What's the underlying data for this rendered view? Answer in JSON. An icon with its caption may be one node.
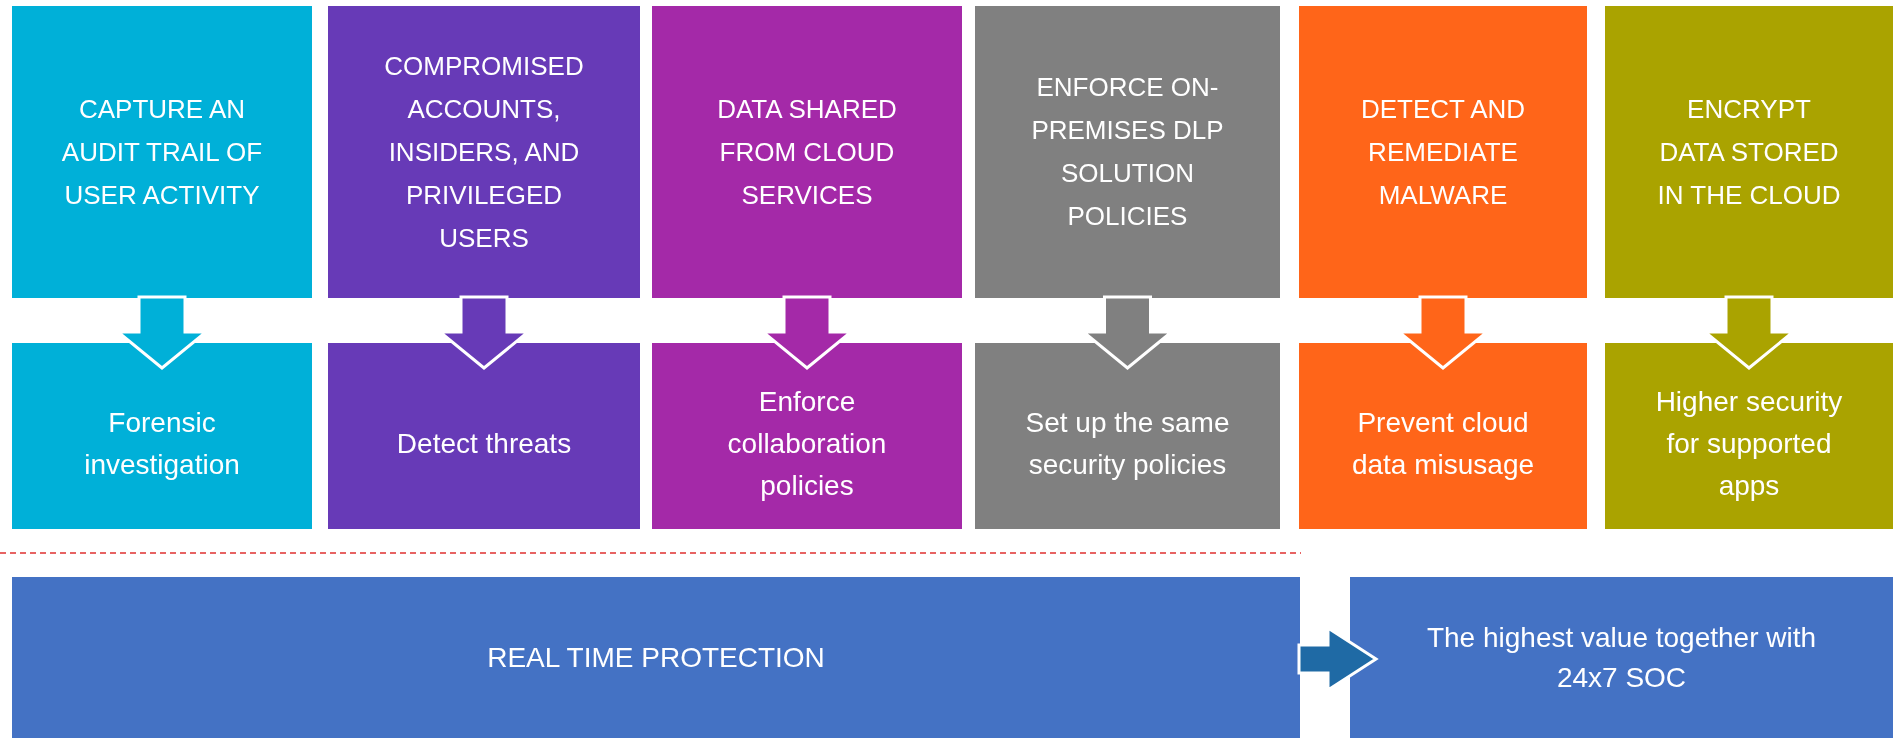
{
  "diagram": {
    "nodes": [
      {
        "text": [
          "CAPTURE AN AUDIT TRAIL OF USER ACTIVITY"
        ]
      },
      {
        "text": [
          "COMPROMISED ACCOUNTS, INSIDERS, AND PRIVILEGED USERS"
        ]
      },
      {
        "text": [
          "DATA SHARED FROM CLOUD SERVICES"
        ]
      },
      {
        "text": [
          "ENFORCE ON-PREMISES DLP SOLUTION POLICIES"
        ]
      },
      {
        "text": [
          "DETECT AND REMEDIATE MALWARE"
        ]
      },
      {
        "text": [
          "ENCRYPT DATA STORED IN THE CLOUD"
        ]
      },
      {
        "text": [
          "Forensic investigation"
        ]
      },
      {
        "text": [
          "Detect threats"
        ]
      },
      {
        "text": [
          "Enforce collaboration policies"
        ]
      },
      {
        "text": [
          "Set up the same security policies"
        ]
      },
      {
        "text": [
          "Prevent cloud data misusage"
        ]
      },
      {
        "text": [
          "Higher security for supported apps"
        ]
      },
      {
        "text": [
          "REAL TIME PROTECTION"
        ]
      },
      {
        "text": [
          "The highest value together with 24x7 SOC"
        ]
      }
    ],
    "edges": [
      {
        "from": 0,
        "to": 6,
        "arrow": "to"
      },
      {
        "from": 1,
        "to": 7,
        "arrow": "to"
      },
      {
        "from": 2,
        "to": 8,
        "arrow": "to"
      },
      {
        "from": 3,
        "to": 9,
        "arrow": "to"
      },
      {
        "from": 4,
        "to": 10,
        "arrow": "to"
      },
      {
        "from": 5,
        "to": 11,
        "arrow": "to"
      },
      {
        "from": 12,
        "to": 13,
        "arrow": "to"
      }
    ]
  }
}
